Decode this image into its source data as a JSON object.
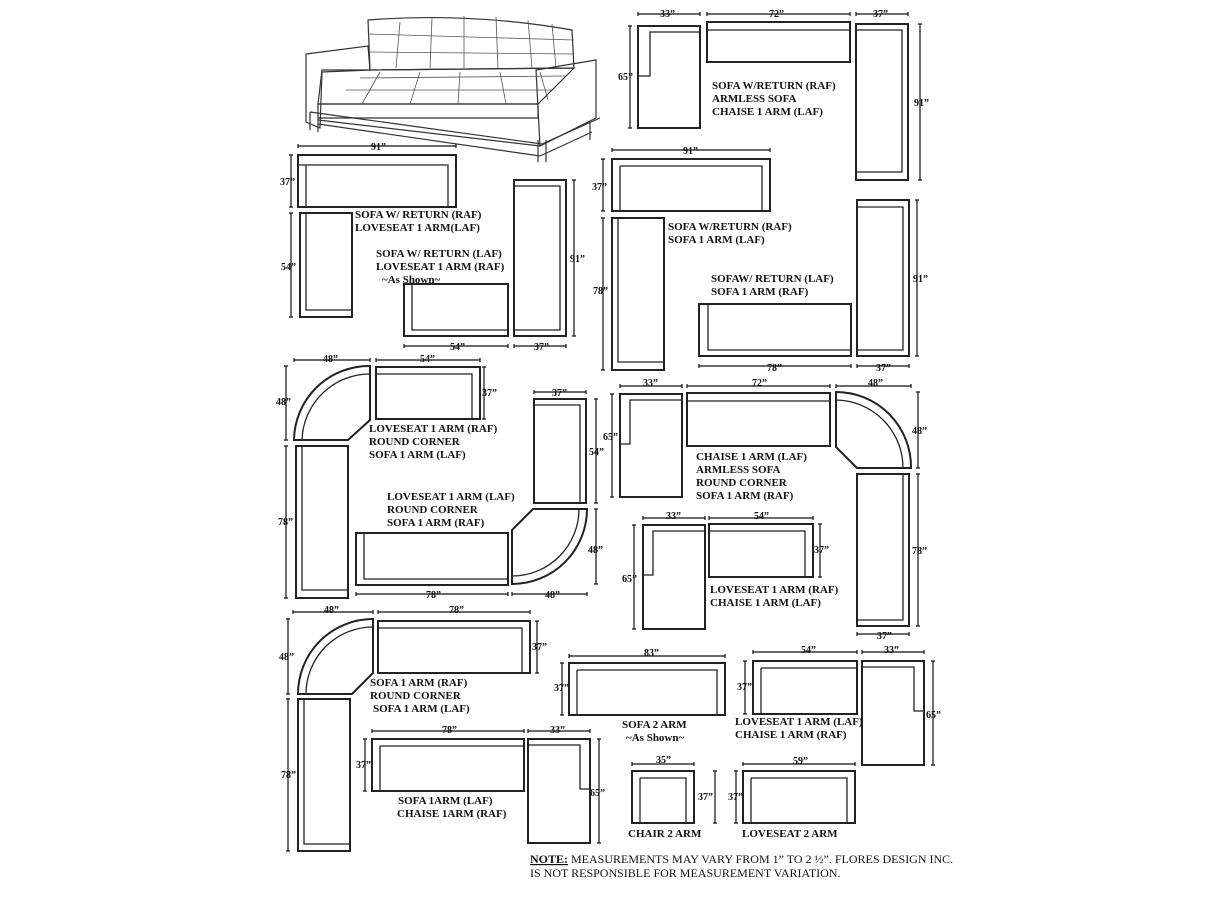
{
  "config_labels": {
    "c01": [
      "SOFA W/RETURN (RAF)",
      "ARMLESS SOFA",
      "CHAISE 1 ARM (LAF)"
    ],
    "c02": [
      "SOFA W/ RETURN (RAF)",
      "LOVESEAT 1 ARM(LAF)"
    ],
    "c03": [
      "SOFA  W/ RETURN (LAF)",
      "LOVESEAT 1 ARM (RAF)",
      "~As Shown~"
    ],
    "c04": [
      "SOFA W/RETURN (RAF)",
      "SOFA 1 ARM (LAF)"
    ],
    "c05": [
      "SOFAW/ RETURN (LAF)",
      "SOFA 1 ARM (RAF)"
    ],
    "c06": [
      "LOVESEAT 1 ARM (RAF)",
      "ROUND CORNER",
      "SOFA 1 ARM (LAF)"
    ],
    "c07": [
      "CHAISE 1 ARM (LAF)",
      "ARMLESS SOFA",
      "ROUND CORNER",
      "SOFA 1 ARM (RAF)"
    ],
    "c08": [
      "LOVESEAT 1 ARM (LAF)",
      "ROUND CORNER",
      "SOFA 1 ARM (RAF)"
    ],
    "c09": [
      "LOVESEAT 1 ARM (RAF)",
      "CHAISE 1 ARM (LAF)"
    ],
    "c10": [
      "SOFA 1 ARM (RAF)",
      "ROUND CORNER",
      "SOFA 1 ARM (LAF)"
    ],
    "c11": [
      "SOFA 2 ARM",
      "~As Shown~"
    ],
    "c12": [
      "LOVESEAT 1 ARM (LAF)",
      "CHAISE 1 ARM (RAF)"
    ],
    "c13": [
      "SOFA 1ARM (LAF)",
      "CHAISE 1ARM (RAF)"
    ],
    "c14": [
      "CHAIR 2 ARM"
    ],
    "c15": [
      "LOVESEAT  2 ARM"
    ]
  },
  "dims": {
    "d33": "33”",
    "d35": "35”",
    "d37": "37”",
    "d48": "48”",
    "d54": "54”",
    "d59": "59”",
    "d65": "65”",
    "d72": "72”",
    "d78": "78”",
    "d83": "83”",
    "d91": "91”"
  },
  "note": {
    "label": "NOTE:",
    "line1": " MEASUREMENTS MAY VARY FROM 1” TO 2 ½”. FLORES DESIGN INC.",
    "line2": "IS NOT RESPONSIBLE FOR MEASUREMENT VARIATION."
  }
}
